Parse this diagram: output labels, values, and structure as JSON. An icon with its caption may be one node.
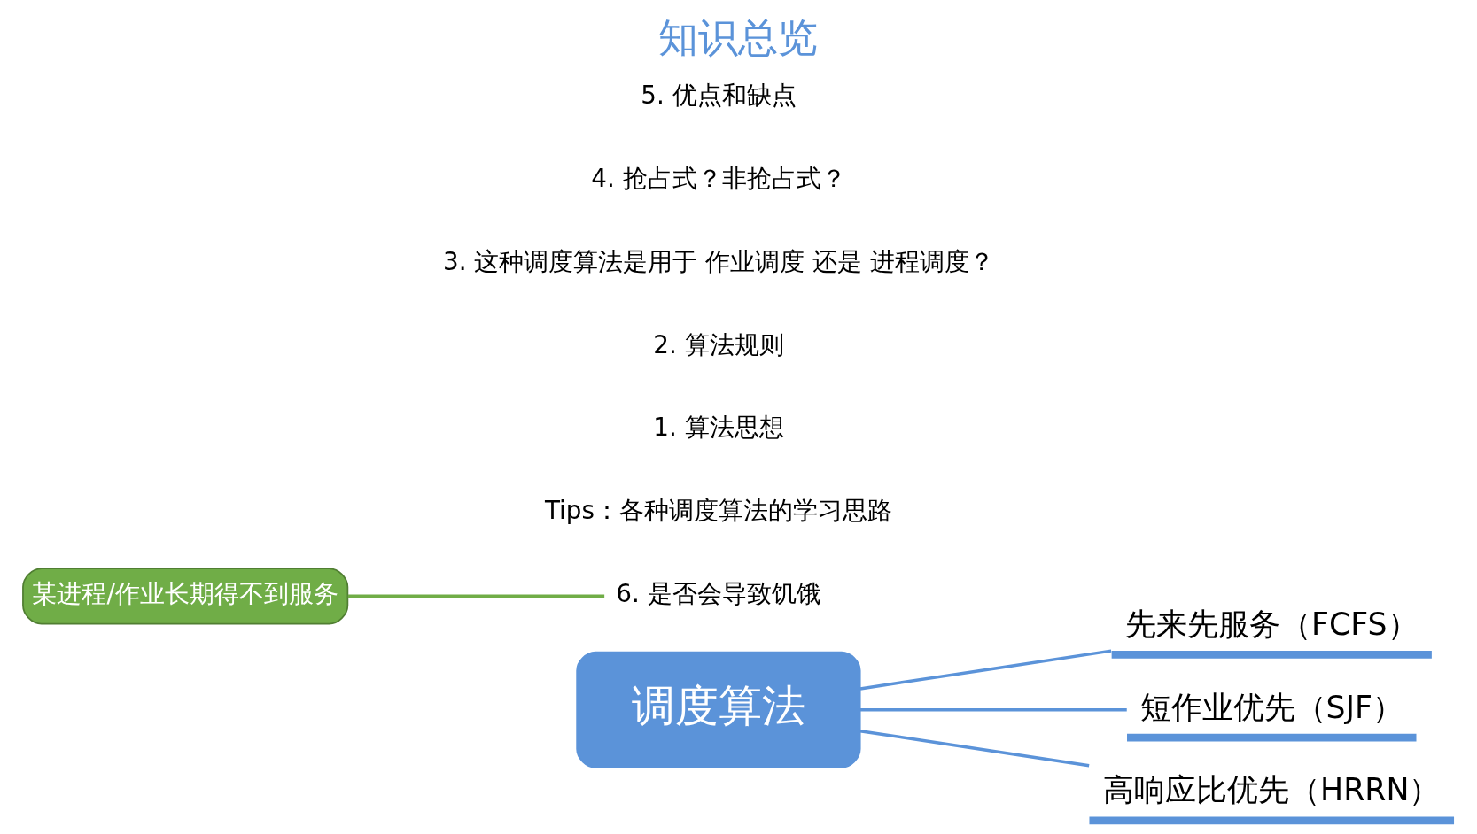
{
  "diagram": {
    "title": "知识总览",
    "nodes": [
      {
        "text": [
          "调度算法"
        ]
      },
      {
        "text": [
          "先来先服务（FCFS）"
        ]
      },
      {
        "text": [
          "短作业优先（SJF）"
        ]
      },
      {
        "text": [
          "高响应比优先（HRRN）"
        ]
      },
      {
        "text": [
          "6. 是否会导致饥饿"
        ]
      },
      {
        "text": [
          "某进程/作业长期得不到服务"
        ]
      }
    ],
    "edges": [
      {
        "from": 0,
        "to": 1,
        "arrow": "none"
      },
      {
        "from": 0,
        "to": 2,
        "arrow": "none"
      },
      {
        "from": 0,
        "to": 3,
        "arrow": "none"
      },
      {
        "from": 5,
        "to": 4,
        "arrow": "none",
        "color": "#70ad47"
      }
    ],
    "labels": [
      "Tips：各种调度算法的学习思路",
      "1. 算法思想",
      "2. 算法规则",
      "3. 这种调度算法是用于 作业调度 还是 进程调度？",
      "4. 抢占式？非抢占式？",
      "5. 优点和缺点"
    ]
  }
}
